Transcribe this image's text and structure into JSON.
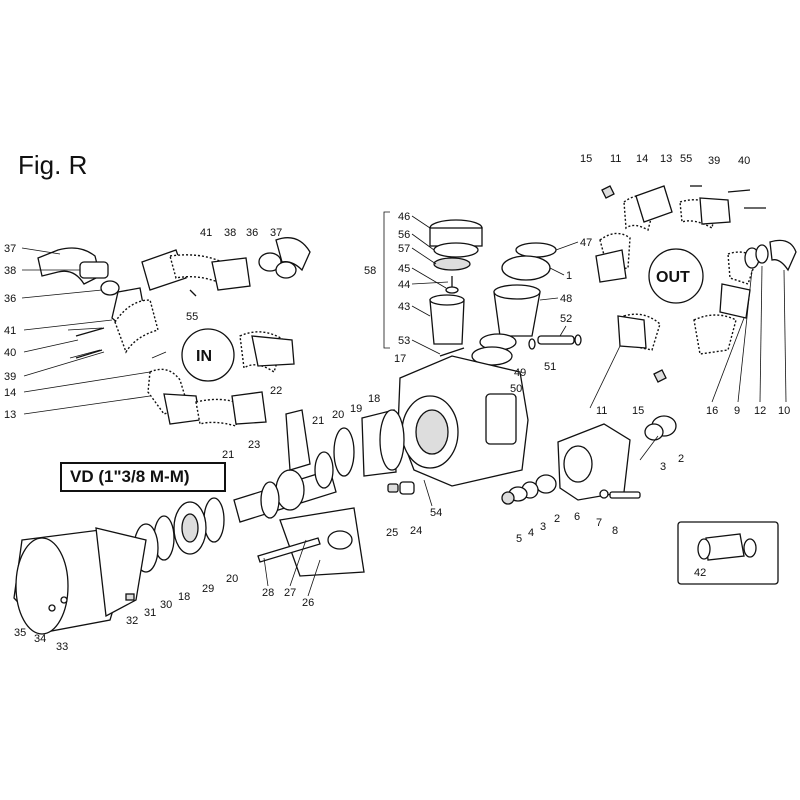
{
  "figure": {
    "title": "Fig. R",
    "variant_label": "VD (1\"3/8 M-M)",
    "inlet_label": "IN",
    "outlet_label": "OUT"
  },
  "callouts": {
    "c1": "1",
    "c2": "2",
    "c2b": "2",
    "c3": "3",
    "c3b": "3",
    "c4": "4",
    "c5": "5",
    "c6": "6",
    "c7": "7",
    "c8": "8",
    "c9": "9",
    "c10": "10",
    "c11": "11",
    "c11b": "11",
    "c12": "12",
    "c13": "13",
    "c13b": "13",
    "c14": "14",
    "c14b": "14",
    "c15": "15",
    "c15b": "15",
    "c16": "16",
    "c17": "17",
    "c18": "18",
    "c18b": "18",
    "c19": "19",
    "c20": "20",
    "c20b": "20",
    "c21": "21",
    "c21b": "21",
    "c22": "22",
    "c23": "23",
    "c24": "24",
    "c25": "25",
    "c26": "26",
    "c27": "27",
    "c28": "28",
    "c29": "29",
    "c30": "30",
    "c31": "31",
    "c32": "32",
    "c33": "33",
    "c34": "34",
    "c35": "35",
    "c36": "36",
    "c36b": "36",
    "c37": "37",
    "c37b": "37",
    "c38": "38",
    "c38b": "38",
    "c39": "39",
    "c39b": "39",
    "c40": "40",
    "c40b": "40",
    "c41": "41",
    "c41b": "41",
    "c42": "42",
    "c43": "43",
    "c44": "44",
    "c45": "45",
    "c46": "46",
    "c47": "47",
    "c48": "48",
    "c49": "49",
    "c50": "50",
    "c51": "51",
    "c52": "52",
    "c53": "53",
    "c54": "54",
    "c55": "55",
    "c55b": "55",
    "c56": "56",
    "c57": "57",
    "c58": "58"
  }
}
